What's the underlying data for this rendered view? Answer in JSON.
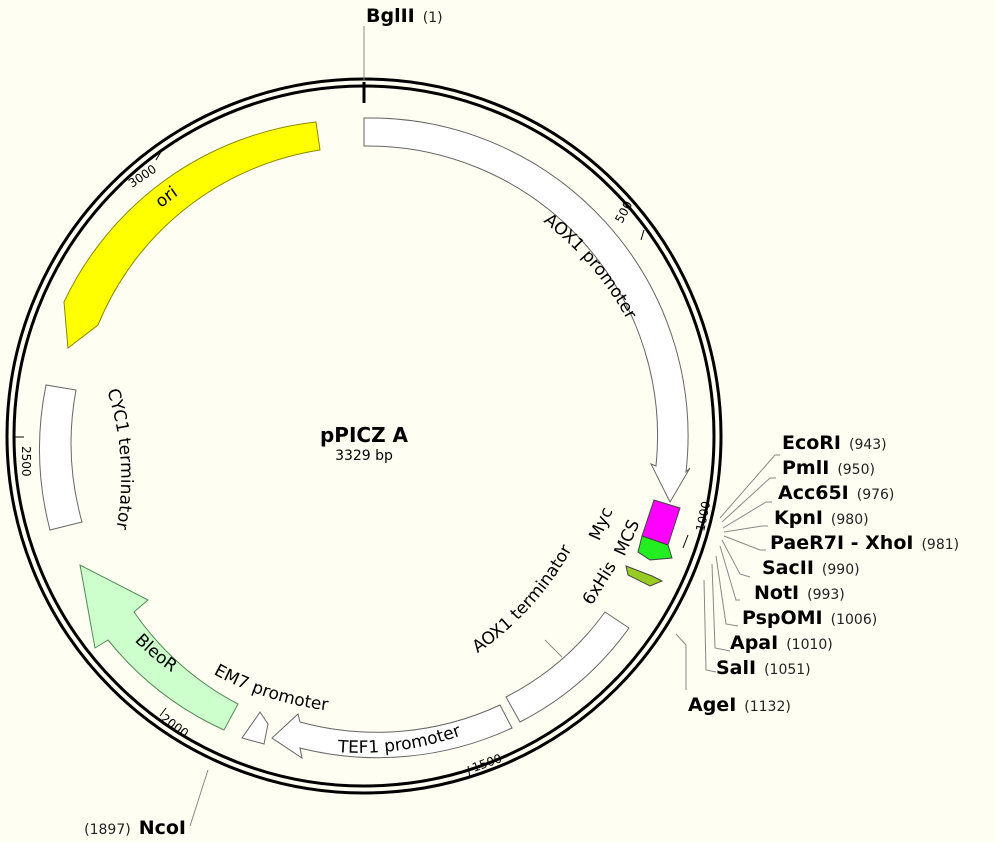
{
  "plasmid": {
    "name": "pPICZ A",
    "size_label": "3329 bp",
    "length": 3329
  },
  "sites": [
    {
      "name": "BglII",
      "pos": "(1)"
    },
    {
      "name": "EcoRI",
      "pos": "(943)"
    },
    {
      "name": "PmlI",
      "pos": "(950)"
    },
    {
      "name": "Acc65I",
      "pos": "(976)"
    },
    {
      "name": "KpnI",
      "pos": "(980)"
    },
    {
      "name": "PaeR7I - XhoI",
      "pos": "(981)"
    },
    {
      "name": "SacII",
      "pos": "(990)"
    },
    {
      "name": "NotI",
      "pos": "(993)"
    },
    {
      "name": "PspOMI",
      "pos": "(1006)"
    },
    {
      "name": "ApaI",
      "pos": "(1010)"
    },
    {
      "name": "SalI",
      "pos": "(1051)"
    },
    {
      "name": "AgeI",
      "pos": "(1132)"
    },
    {
      "name": "NcoI",
      "pos": "(1897)"
    }
  ],
  "features": [
    {
      "name": "AOX1 promoter",
      "color": "#ffffff"
    },
    {
      "name": "MCS",
      "color": "#ff00ff"
    },
    {
      "name": "Myc",
      "color": "#22ee22"
    },
    {
      "name": "6xHis",
      "color": "#99cc22"
    },
    {
      "name": "AOX1 terminator",
      "color": "#ffffff"
    },
    {
      "name": "TEF1 promoter",
      "color": "#ffffff"
    },
    {
      "name": "EM7 promoter",
      "color": "#ffffff"
    },
    {
      "name": "BleoR",
      "color": "#ccffcc"
    },
    {
      "name": "CYC1 terminator",
      "color": "#ffffff"
    },
    {
      "name": "ori",
      "color": "#ffff00"
    }
  ],
  "ticks": [
    "500",
    "1000",
    "1500",
    "2000",
    "2500",
    "3000"
  ]
}
